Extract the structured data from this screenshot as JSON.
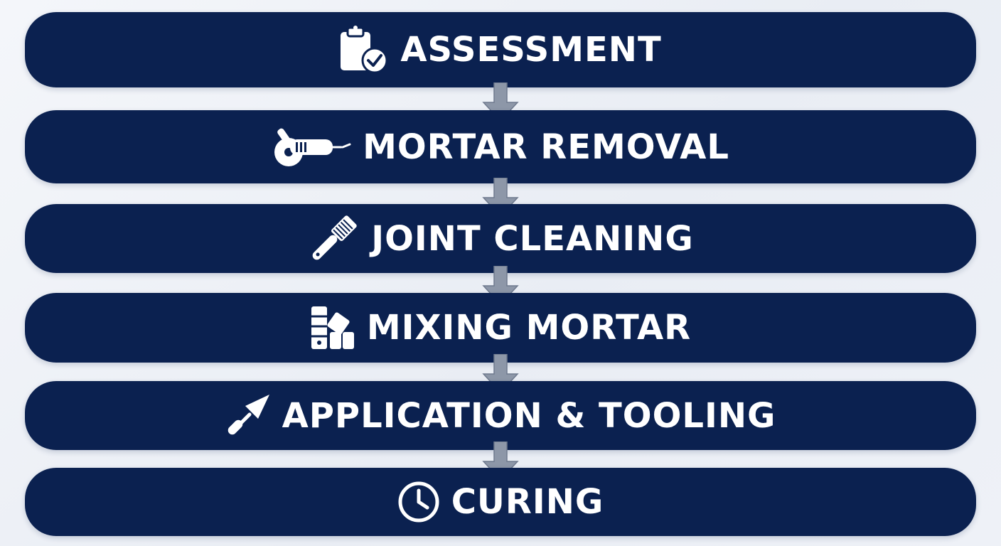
{
  "colors": {
    "step_fill": "#0b2150",
    "step_text": "#ffffff",
    "arrow": "#8d97a8"
  },
  "steps": [
    {
      "label": "ASSESSMENT",
      "icon": "clipboard-check-icon"
    },
    {
      "label": "MORTAR REMOVAL",
      "icon": "angle-grinder-icon"
    },
    {
      "label": "JOINT CLEANING",
      "icon": "wire-brush-icon"
    },
    {
      "label": "MIXING MORTAR",
      "icon": "mortar-bags-icon"
    },
    {
      "label": "APPLICATION & TOOLING",
      "icon": "trowel-icon"
    },
    {
      "label": "CURING",
      "icon": "clock-icon"
    }
  ]
}
